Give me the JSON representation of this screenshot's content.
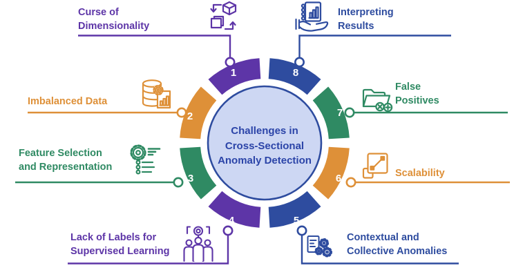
{
  "center": {
    "lines": [
      "Challenges in",
      "Cross-Sectional",
      "Anomaly Detection"
    ],
    "fill": "#cdd7f3",
    "stroke": "#2e4c9f",
    "text_color": "#2b44a8"
  },
  "number_color": "#ffffff",
  "palette": {
    "purple": "#5d35a7",
    "orange": "#de9038",
    "green": "#2f8a63",
    "blue": "#2e4c9f"
  },
  "items": [
    {
      "number": "1",
      "color": "#5d35a7",
      "icon": "dimensionality-cube-icon",
      "label_lines": [
        "Curse of",
        "Dimensionality"
      ]
    },
    {
      "number": "2",
      "color": "#de9038",
      "icon": "database-chart-gear-icon",
      "label_lines": [
        "Imbalanced Data",
        ""
      ]
    },
    {
      "number": "3",
      "color": "#2f8a63",
      "icon": "gear-filter-list-icon",
      "label_lines": [
        "Feature Selection",
        "and Representation"
      ]
    },
    {
      "number": "4",
      "color": "#5d35a7",
      "icon": "unlabeled-people-icon",
      "label_lines": [
        "Lack of Labels for",
        "Supervised Learning"
      ]
    },
    {
      "number": "5",
      "color": "#2e4c9f",
      "icon": "document-anomaly-icon",
      "label_lines": [
        "Contextual and",
        "Collective Anomalies"
      ]
    },
    {
      "number": "6",
      "color": "#de9038",
      "icon": "expand-scale-icon",
      "label_lines": [
        "Scalability",
        ""
      ]
    },
    {
      "number": "7",
      "color": "#2f8a63",
      "icon": "folder-false-positive-icon",
      "label_lines": [
        "False",
        "Positives"
      ]
    },
    {
      "number": "8",
      "color": "#2e4c9f",
      "icon": "hand-report-icon",
      "label_lines": [
        "Interpreting",
        "Results"
      ]
    }
  ]
}
